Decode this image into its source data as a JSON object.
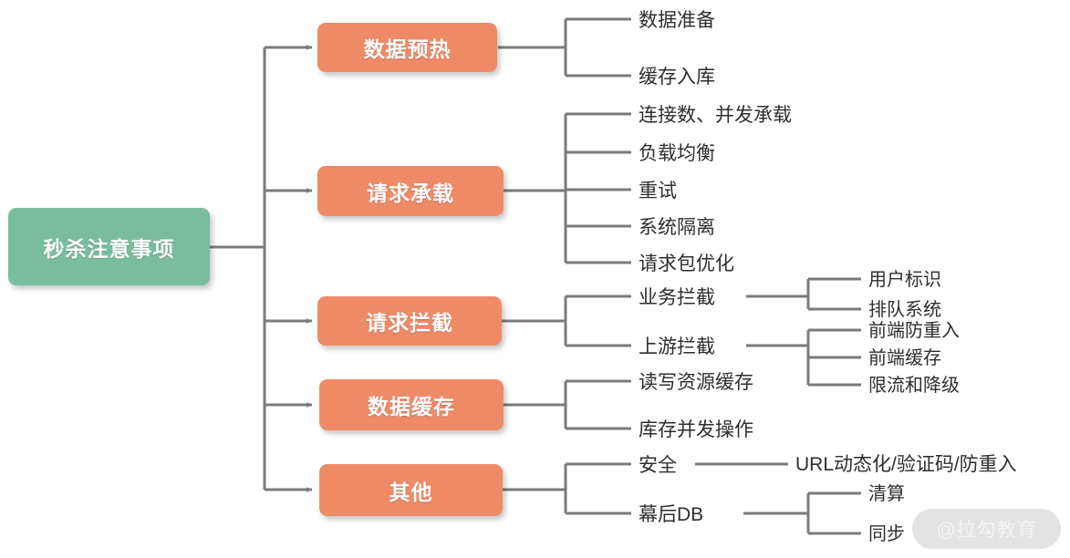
{
  "diagram": {
    "title": "秒杀注意事项",
    "colors": {
      "root_fill": "#79bd9e",
      "branch_fill": "#ef8a67",
      "line": "#7b7b7b",
      "leaf_text": "#2e2e2e",
      "watermark_pill": "#e3e3e3",
      "watermark_text": "#f4f4f4",
      "background": "#ffffff"
    },
    "root": {
      "label": "秒杀注意事项"
    },
    "branches": [
      {
        "label": "数据预热",
        "children": [
          {
            "label": "数据准备",
            "children": []
          },
          {
            "label": "缓存入库",
            "children": []
          }
        ]
      },
      {
        "label": "请求承载",
        "children": [
          {
            "label": "连接数、并发承载",
            "children": []
          },
          {
            "label": "负载均衡",
            "children": []
          },
          {
            "label": "重试",
            "children": []
          },
          {
            "label": "系统隔离",
            "children": []
          },
          {
            "label": "请求包优化",
            "children": []
          }
        ]
      },
      {
        "label": "请求拦截",
        "children": [
          {
            "label": "业务拦截",
            "children": [
              {
                "label": "用户标识"
              },
              {
                "label": "排队系统"
              }
            ]
          },
          {
            "label": "上游拦截",
            "children": [
              {
                "label": "前端防重入"
              },
              {
                "label": "前端缓存"
              },
              {
                "label": "限流和降级"
              }
            ]
          }
        ]
      },
      {
        "label": "数据缓存",
        "children": [
          {
            "label": "读写资源缓存",
            "children": []
          },
          {
            "label": "库存并发操作",
            "children": []
          }
        ]
      },
      {
        "label": "其他",
        "children": [
          {
            "label": "安全",
            "children": [
              {
                "label": "URL动态化/验证码/防重入"
              }
            ]
          },
          {
            "label": "幕后DB",
            "children": [
              {
                "label": "清算"
              },
              {
                "label": "同步"
              }
            ]
          }
        ]
      }
    ],
    "watermark": {
      "label": "@拉勾教育"
    }
  }
}
